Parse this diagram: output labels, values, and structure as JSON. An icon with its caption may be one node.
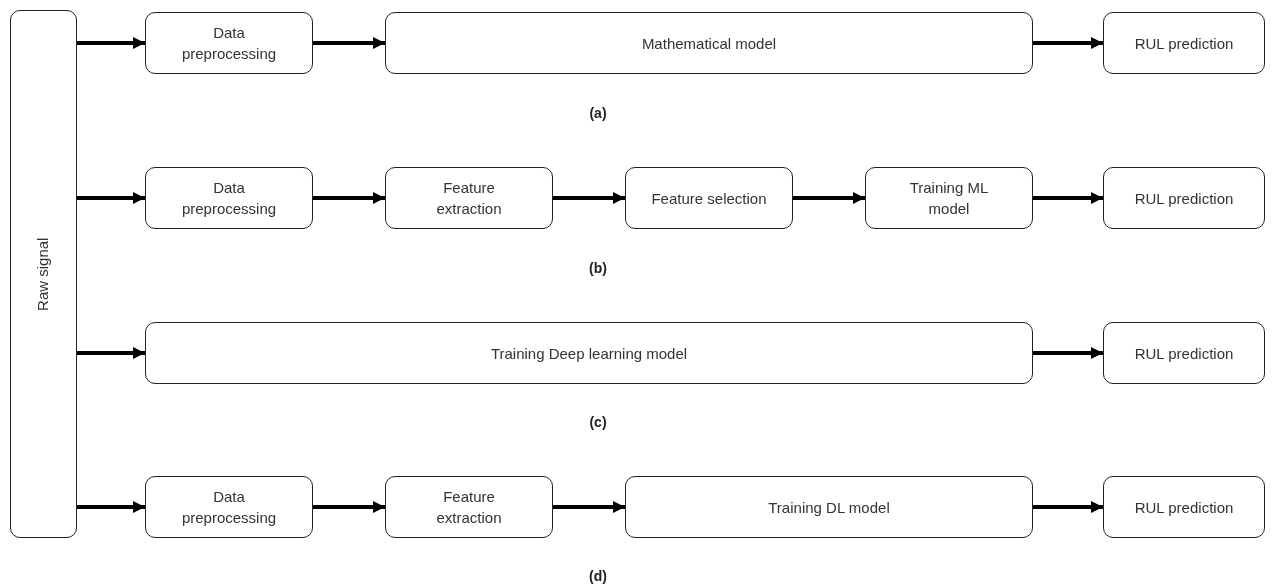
{
  "diagram": {
    "nodes": [
      {
        "text": [
          "Raw signal"
        ]
      },
      {
        "text": [
          "Data preprocessing"
        ]
      },
      {
        "text": [
          "Mathematical model"
        ]
      },
      {
        "text": [
          "RUL prediction"
        ]
      },
      {
        "text": [
          "Data preprocessing"
        ]
      },
      {
        "text": [
          "Feature extraction"
        ]
      },
      {
        "text": [
          "Feature selection"
        ]
      },
      {
        "text": [
          "Training ML model"
        ]
      },
      {
        "text": [
          "RUL prediction"
        ]
      },
      {
        "text": [
          "Training Deep learning model"
        ]
      },
      {
        "text": [
          "RUL prediction"
        ]
      },
      {
        "text": [
          "Data preprocessing"
        ]
      },
      {
        "text": [
          "Feature extraction"
        ]
      },
      {
        "text": [
          "Training DL model"
        ]
      },
      {
        "text": [
          "RUL prediction"
        ]
      }
    ],
    "edges": [
      {
        "from": 0,
        "to": 1,
        "arrow": "to"
      },
      {
        "from": 1,
        "to": 2,
        "arrow": "to"
      },
      {
        "from": 2,
        "to": 3,
        "arrow": "to"
      },
      {
        "from": 0,
        "to": 4,
        "arrow": "to"
      },
      {
        "from": 4,
        "to": 5,
        "arrow": "to"
      },
      {
        "from": 5,
        "to": 6,
        "arrow": "to"
      },
      {
        "from": 6,
        "to": 7,
        "arrow": "to"
      },
      {
        "from": 7,
        "to": 8,
        "arrow": "to"
      },
      {
        "from": 0,
        "to": 9,
        "arrow": "to"
      },
      {
        "from": 9,
        "to": 10,
        "arrow": "to"
      },
      {
        "from": 0,
        "to": 11,
        "arrow": "to"
      },
      {
        "from": 11,
        "to": 12,
        "arrow": "to"
      },
      {
        "from": 12,
        "to": 13,
        "arrow": "to"
      },
      {
        "from": 13,
        "to": 14,
        "arrow": "to"
      }
    ],
    "labels": [
      "(a)",
      "(b)",
      "(c)",
      "(d)"
    ]
  }
}
